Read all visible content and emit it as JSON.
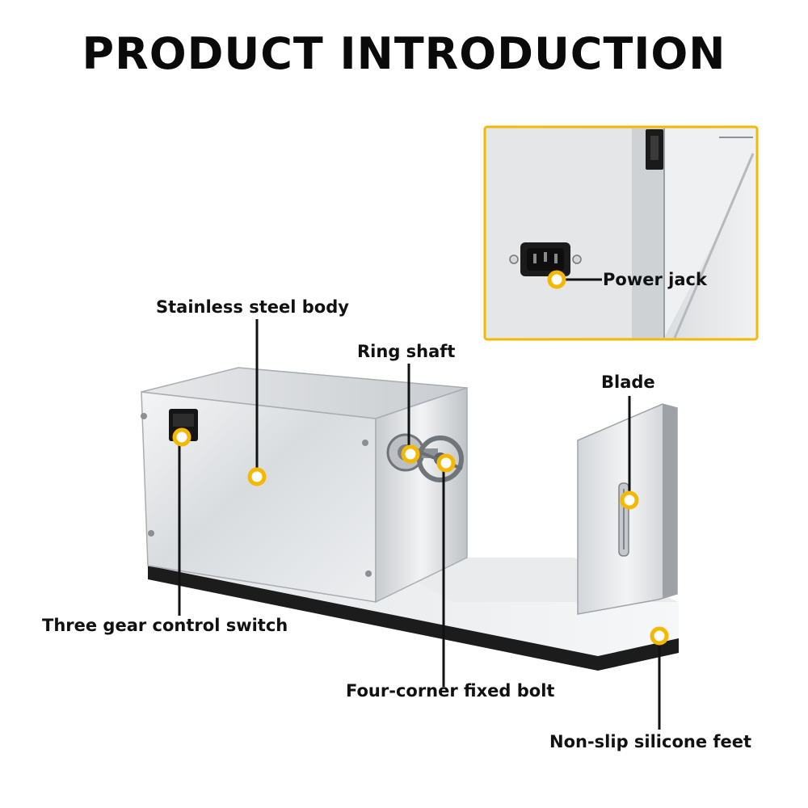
{
  "page": {
    "title": "PRODUCT INTRODUCTION",
    "accent_color": "#f5b800"
  },
  "callouts": {
    "power_jack": "Power jack",
    "stainless_steel_body": "Stainless steel body",
    "ring_shaft": "Ring shaft",
    "blade": "Blade",
    "three_gear_control_switch": "Three gear control switch",
    "four_corner_fixed_bolt": "Four-corner fixed bolt",
    "non_slip_silicone_feet": "Non-slip silicone feet"
  },
  "inset": {
    "description_icon": "power-socket-icon"
  }
}
